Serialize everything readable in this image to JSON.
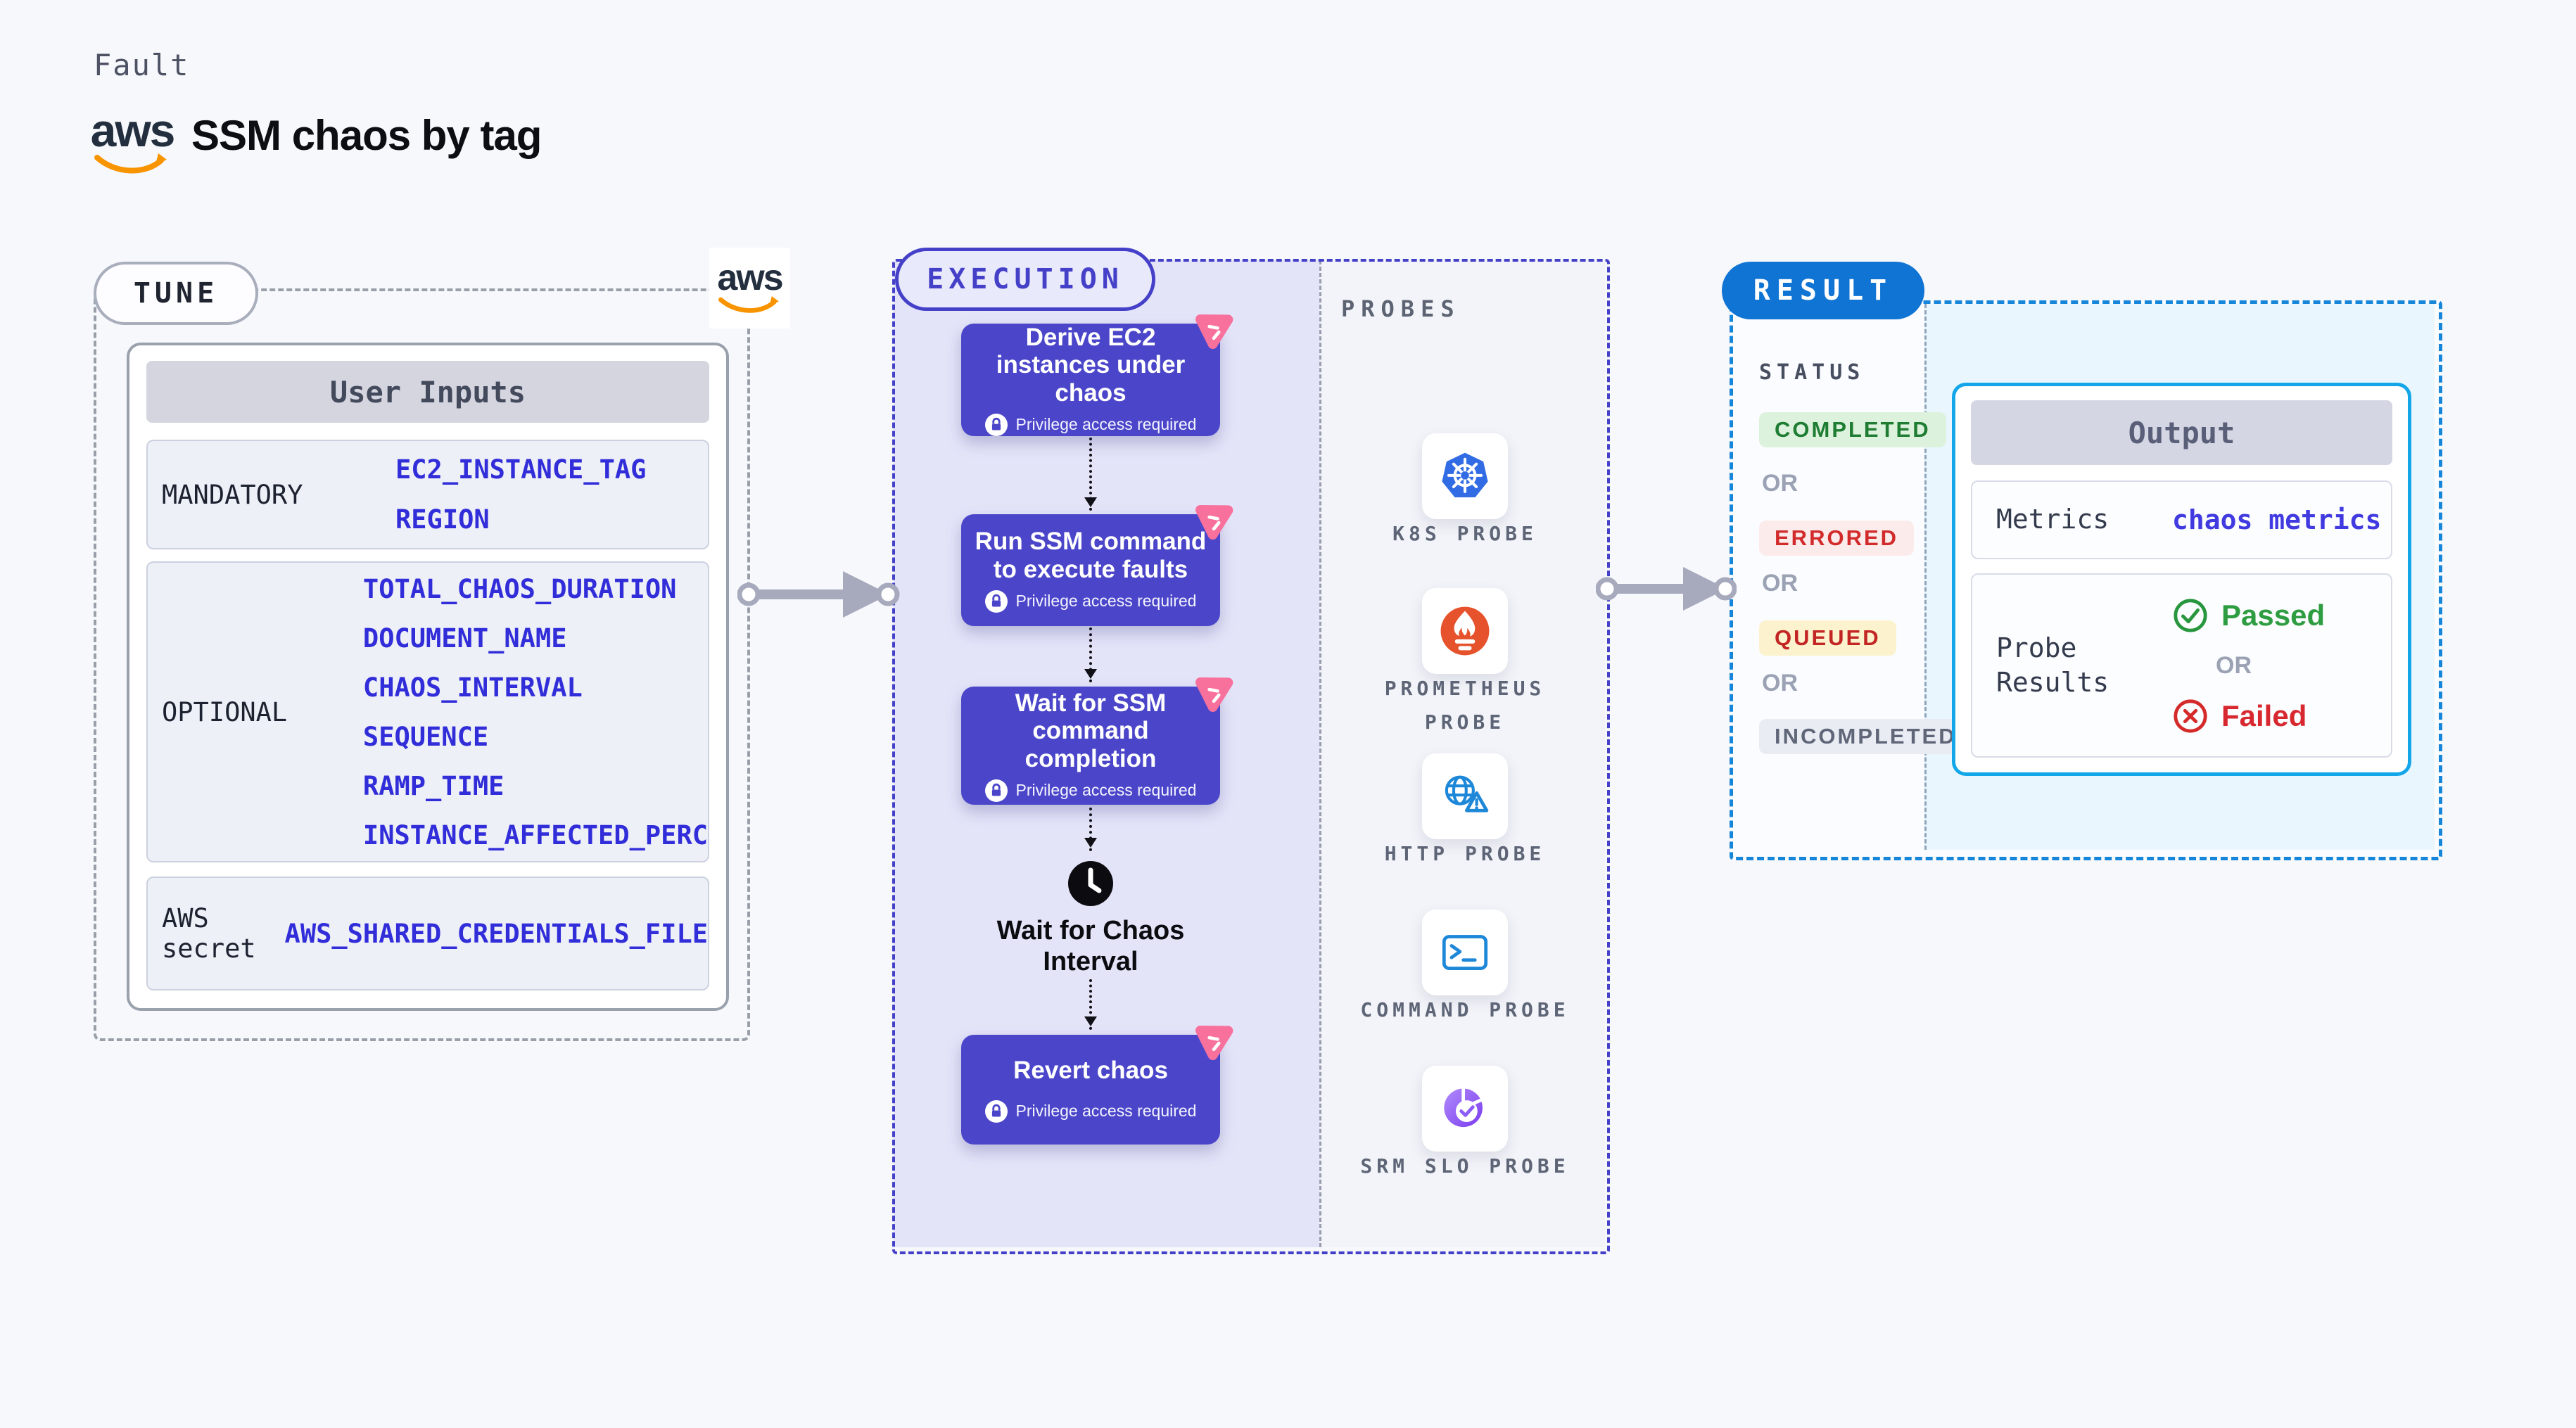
{
  "header": {
    "eyebrow": "Fault",
    "title": "SSM chaos by tag",
    "logo_text": "aws"
  },
  "tune": {
    "label": "TUNE",
    "card_title": "User Inputs",
    "rows": [
      {
        "label": "MANDATORY",
        "params": [
          "EC2_INSTANCE_TAG",
          "REGION"
        ]
      },
      {
        "label": "OPTIONAL",
        "params": [
          "TOTAL_CHAOS_DURATION",
          "DOCUMENT_NAME",
          "CHAOS_INTERVAL",
          "SEQUENCE",
          "RAMP_TIME",
          "INSTANCE_AFFECTED_PERC"
        ]
      },
      {
        "label": "AWS secret",
        "params": [
          "AWS_SHARED_CREDENTIALS_FILE"
        ]
      }
    ]
  },
  "execution": {
    "label": "EXECUTION",
    "privilege_note": "Privilege access required",
    "steps": [
      {
        "title": "Derive EC2 instances under chaos"
      },
      {
        "title": "Run SSM command to execute faults"
      },
      {
        "title": "Wait for SSM command completion"
      },
      {
        "title": "Revert chaos"
      }
    ],
    "wait_title": "Wait for Chaos Interval"
  },
  "probes": {
    "label": "PROBES",
    "items": [
      {
        "name": "K8S PROBE",
        "icon": "kubernetes-icon"
      },
      {
        "name": "PROMETHEUS PROBE",
        "icon": "prometheus-icon"
      },
      {
        "name": "HTTP PROBE",
        "icon": "http-globe-warning-icon"
      },
      {
        "name": "COMMAND PROBE",
        "icon": "terminal-icon"
      },
      {
        "name": "SRM SLO PROBE",
        "icon": "slo-pie-check-icon"
      }
    ]
  },
  "result": {
    "label": "RESULT",
    "status_heading": "STATUS",
    "or_label": "OR",
    "statuses": [
      {
        "label": "COMPLETED",
        "fg": "#1e7d32",
        "bg": "#ddf2dc"
      },
      {
        "label": "ERRORED",
        "fg": "#d22b2b",
        "bg": "#fcebeb"
      },
      {
        "label": "QUEUED",
        "fg": "#c32424",
        "bg": "#fcf2cd"
      },
      {
        "label": "INCOMPLETED",
        "fg": "#5f6678",
        "bg": "#eaecf3"
      }
    ],
    "output": {
      "title": "Output",
      "metrics_label": "Metrics",
      "metrics_value": "chaos metrics",
      "probe_results_label": "Probe Results",
      "passed_label": "Passed",
      "failed_label": "Failed"
    }
  },
  "colors": {
    "page_bg": "#f7f8fc",
    "tune_dash": "#999fa9",
    "execution_dash": "#4540c8",
    "execution_fill": "#e4e4f9",
    "step_purple": "#4b46c9",
    "chaos_pink": "#f8719d",
    "param_blue": "#312dd9",
    "result_dash": "#1586da",
    "result_pill_blue": "#0f74d3",
    "output_border_cyan": "#13a7e9",
    "output_area_bg": "#e9f6fd",
    "passed_green": "#2e9c40",
    "failed_red": "#d7282f",
    "aws_orange": "#f79400",
    "arrow_gray": "#a7a9bd"
  }
}
